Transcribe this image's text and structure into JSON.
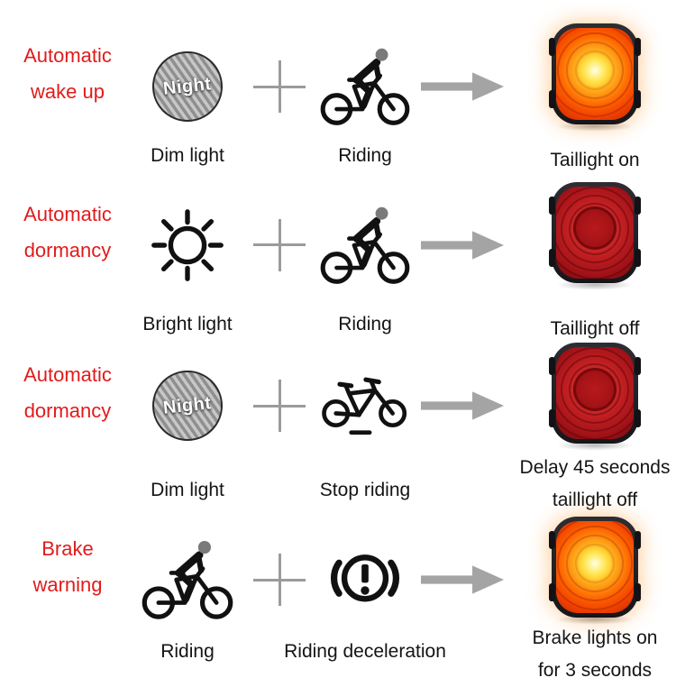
{
  "page": {
    "background": "#ffffff",
    "type": "bike-taillight-feature-infographic"
  },
  "colors": {
    "accent_red": "#e11b1b",
    "text_black": "#141414",
    "gray_operator": "#9b9b9b",
    "gray_arrow": "#a4a4a4",
    "taillight_on_orange": "#ff9400",
    "taillight_on_core": "#ffe95e",
    "taillight_off_red": "#bd1d20",
    "bezel_black": "#1b1b20"
  },
  "rows": [
    {
      "name": "automatic-wake-up",
      "label_line1": "Automatic",
      "label_line2": "wake up",
      "input1": {
        "icon": "night-circle-icon",
        "icon_text": "Night",
        "caption": "Dim light"
      },
      "operator": "+",
      "input2": {
        "icon": "cyclist-riding-icon",
        "caption": "Riding"
      },
      "arrow": "right-arrow-icon",
      "result": {
        "image": "taillight-on-photo",
        "caption_line1": "Taillight on"
      }
    },
    {
      "name": "automatic-dormancy-bright",
      "label_line1": "Automatic",
      "label_line2": "dormancy",
      "input1": {
        "icon": "sun-icon",
        "caption": "Bright light"
      },
      "operator": "+",
      "input2": {
        "icon": "cyclist-riding-icon",
        "caption": "Riding"
      },
      "arrow": "right-arrow-icon",
      "result": {
        "image": "taillight-off-photo",
        "caption_line1": "Taillight off"
      }
    },
    {
      "name": "automatic-dormancy-dim",
      "label_line1": "Automatic",
      "label_line2": "dormancy",
      "input1": {
        "icon": "night-circle-icon",
        "icon_text": "Night",
        "caption": "Dim light"
      },
      "operator": "+",
      "input2": {
        "icon": "bicycle-stopped-icon",
        "caption": "Stop riding"
      },
      "arrow": "right-arrow-icon",
      "result": {
        "image": "taillight-off-photo",
        "caption_line1": "Delay 45 seconds",
        "caption_line2": "taillight off"
      }
    },
    {
      "name": "brake-warning",
      "label_line1": "Brake",
      "label_line2": "warning",
      "input1": {
        "icon": "cyclist-riding-icon",
        "caption": "Riding"
      },
      "operator": "+",
      "input2": {
        "icon": "brake-warning-icon",
        "caption": "Riding deceleration"
      },
      "arrow": "right-arrow-icon",
      "result": {
        "image": "taillight-on-photo",
        "caption_line1": "Brake lights on",
        "caption_line2": "for 3 seconds"
      }
    }
  ]
}
